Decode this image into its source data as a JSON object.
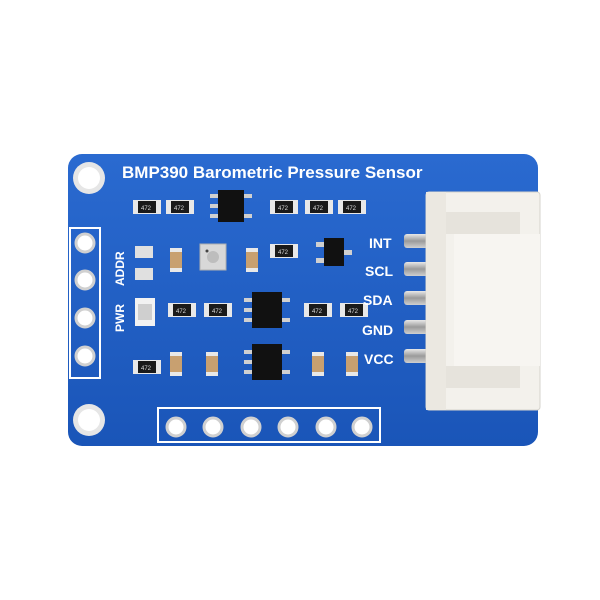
{
  "board": {
    "title": "BMP390 Barometric Pressure Sensor",
    "pins": [
      "INT",
      "SCL",
      "SDA",
      "GND",
      "VCC"
    ],
    "side_labels": {
      "addr": "ADDR",
      "pwr": "PWR"
    },
    "resistor_marking": "472"
  },
  "colors": {
    "pcb": "#1f5fc4",
    "silkscreen": "#ffffff",
    "connector": "#f1efe9",
    "pad": "#d9d9d9"
  }
}
